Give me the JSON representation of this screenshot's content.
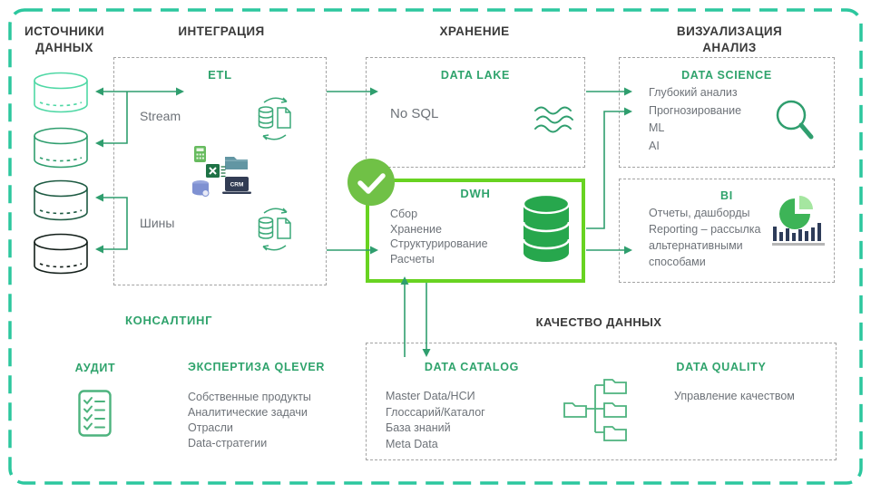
{
  "colors": {
    "outer_border": "#2cc79e",
    "accent_green": "#2fa36c",
    "highlight_green": "#68d321",
    "check_circle": "#70c146",
    "arrow_green": "#2f9e6e",
    "body_text": "#6d7278",
    "heading_text": "#3a3a3a"
  },
  "headers": {
    "sources_line1": "ИСТОЧНИКИ",
    "sources_line2": "ДАННЫХ",
    "integration": "ИНТЕГРАЦИЯ",
    "storage": "ХРАНЕНИЕ",
    "visualization_line1": "ВИЗУАЛИЗАЦИЯ",
    "visualization_line2": "АНАЛИЗ",
    "consulting": "КОНСАЛТИНГ",
    "data_quality_section": "КАЧЕСТВО ДАННЫХ"
  },
  "integration": {
    "title": "ETL",
    "stream_label": "Stream",
    "bus_label": "Шины",
    "crm_label": "CRM"
  },
  "data_lake": {
    "title": "DATA LAKE",
    "item": "No SQL"
  },
  "dwh": {
    "title": "DWH",
    "items": [
      "Сбор",
      "Хранение",
      "Структурирование",
      "Расчеты"
    ]
  },
  "data_science": {
    "title": "DATA SCIENCE",
    "items": [
      "Глубокий анализ",
      "Прогнозирование",
      "ML",
      "AI"
    ]
  },
  "bi": {
    "title": "BI",
    "items": [
      "Отчеты, дашборды",
      "Reporting – рассылка",
      "альтернативными",
      "способами"
    ]
  },
  "audit": {
    "title": "АУДИТ"
  },
  "expertise": {
    "title": "ЭКСПЕРТИЗА QLEVER",
    "items": [
      "Собственные продукты",
      "Аналитические задачи",
      "Отрасли",
      "Data-стратегии"
    ]
  },
  "data_catalog": {
    "title": "DATA CATALOG",
    "items": [
      "Master Data/НСИ",
      "Глоссарий/Каталог",
      "База знаний",
      "Meta Data"
    ]
  },
  "data_quality": {
    "title": "DATA QUALITY",
    "item": "Управление качеством"
  },
  "icons": {
    "sources": "database-cylinder-icon",
    "etl": "db-document-sync-icon",
    "data_lake": "waves-icon",
    "dwh": "green-database-icon",
    "data_science": "magnifier-icon",
    "bi": "pie-bar-chart-icon",
    "audit": "checklist-icon",
    "data_catalog": "folder-tree-icon"
  }
}
